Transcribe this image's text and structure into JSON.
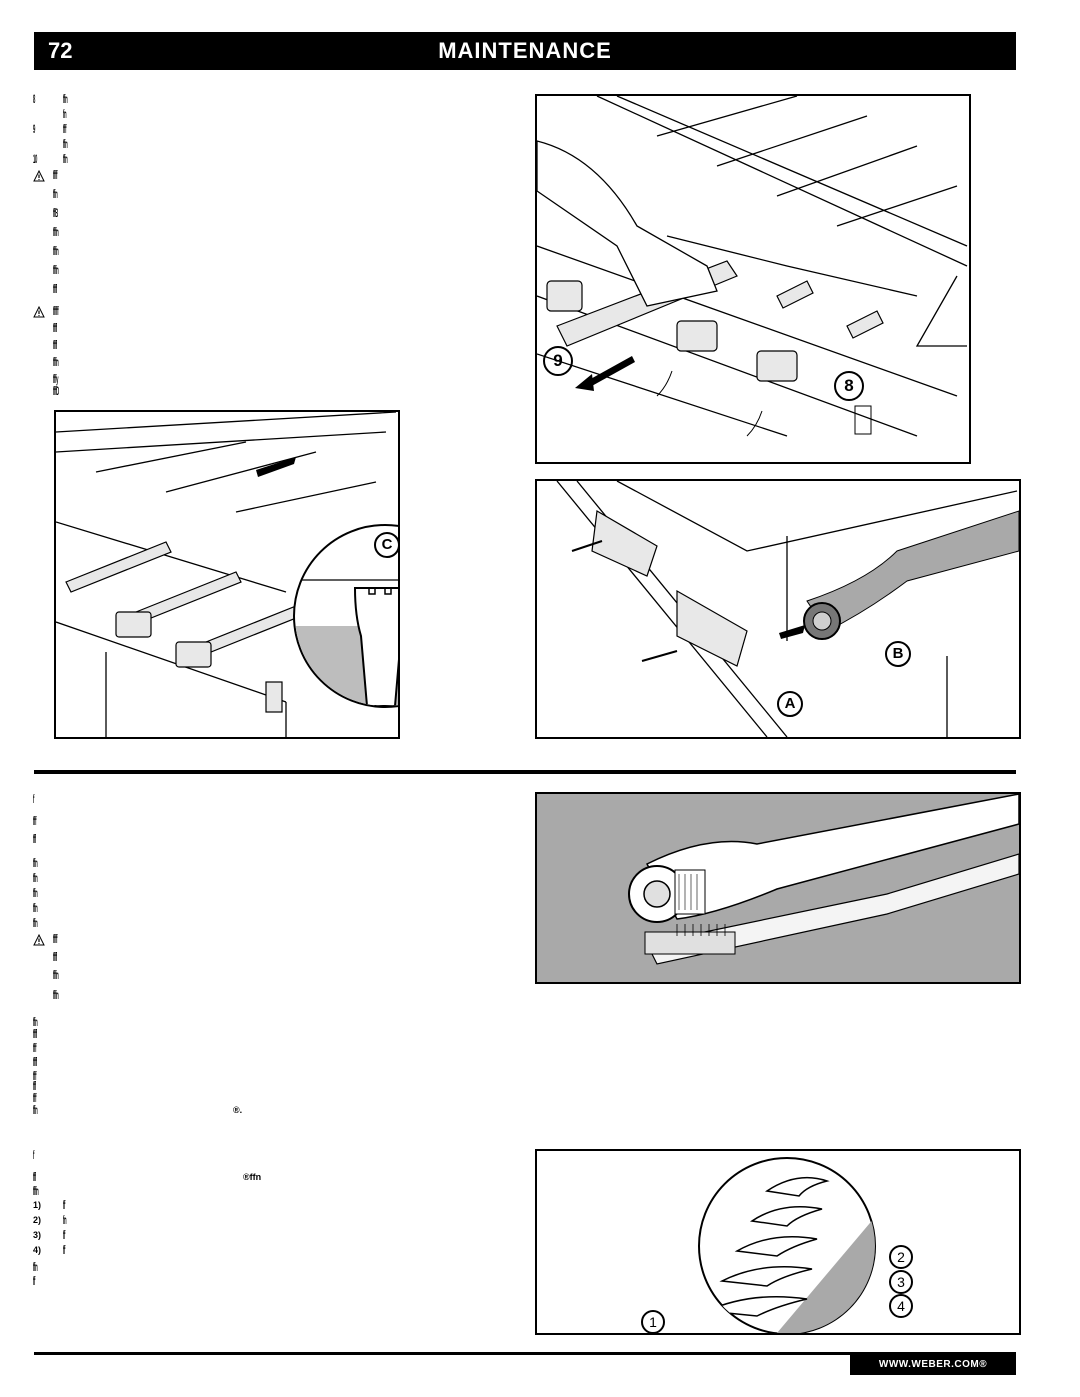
{
  "header": {
    "page_number": "72",
    "title": "MAINTENANCE"
  },
  "steps_top": [
    {
      "num": "8",
      "text": "ffn"
    },
    {
      "num": "",
      "text": "fn"
    },
    {
      "num": "9",
      "text": "fff"
    },
    {
      "num": "",
      "text": "ffn"
    },
    {
      "num": "10",
      "text": "ffn"
    }
  ],
  "warning_1": [
    "ffff",
    "ffn",
    "ffB",
    "fffn",
    "fffn",
    "fffn",
    "fffl"
  ],
  "warning_2": [
    "fffff",
    "fffl",
    "fffl",
    "fffn",
    "fffy",
    "fffD"
  ],
  "figure_labels": {
    "c": "C",
    "nine": "9",
    "eight": "8",
    "a": "A",
    "b": "B"
  },
  "section_2": {
    "heading": "f",
    "intro": [
      "fff",
      "ffl"
    ],
    "body": [
      "ffn",
      "ffn",
      "ffn",
      "ffn",
      "ffn"
    ],
    "warning": [
      "ffff",
      "fffl",
      "fffn",
      "fffn"
    ],
    "after": [
      "ffn",
      "fffl",
      "fff",
      "fffl",
      "fff",
      "ffl",
      "fff",
      "ffn"
    ],
    "reg_mark": "®."
  },
  "section_3": {
    "heading": "f",
    "intro": [
      "ffl",
      "fffn"
    ],
    "reg_mark": "®ffn",
    "list": [
      {
        "num": "1)",
        "text": "ff"
      },
      {
        "num": "2)",
        "text": "fn"
      },
      {
        "num": "3)",
        "text": "ff"
      },
      {
        "num": "4)",
        "text": "ff"
      }
    ],
    "outro": [
      "ffn",
      "ff"
    ]
  },
  "callouts": {
    "one": "1",
    "two": "2",
    "three": "3",
    "four": "4"
  },
  "footer": {
    "url": "WWW.WEBER.COM®"
  }
}
